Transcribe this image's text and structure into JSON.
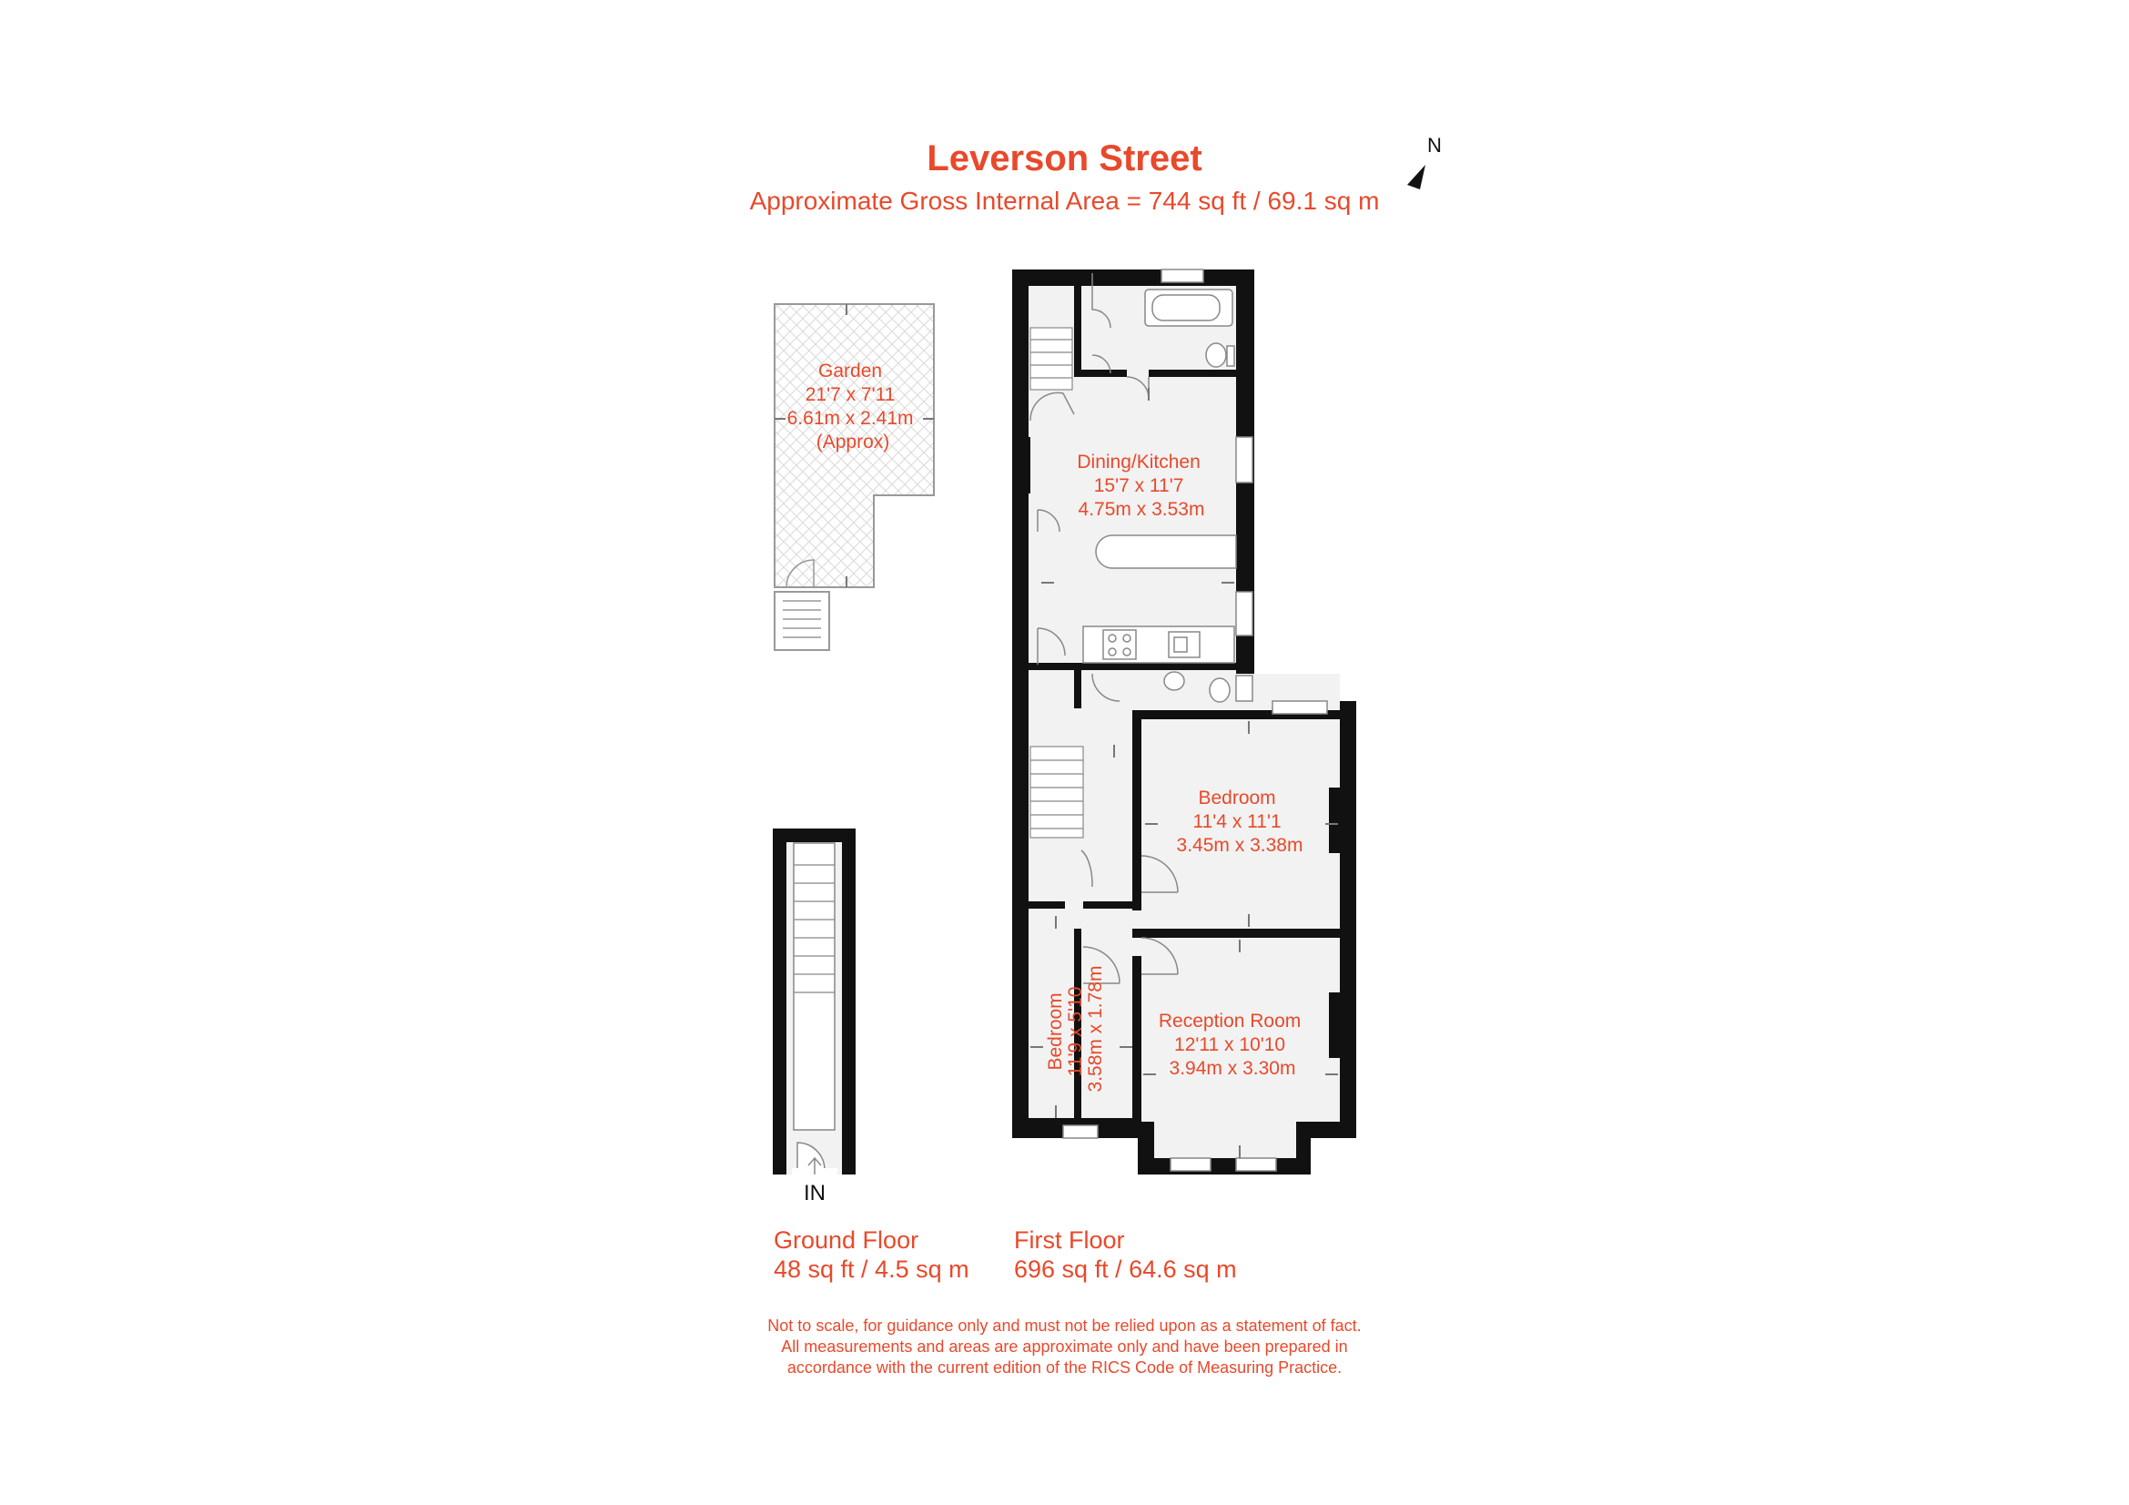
{
  "title": "Leverson Street",
  "subtitle": "Approximate Gross Internal Area = 744 sq ft / 69.1 sq m",
  "compass": {
    "label": "N"
  },
  "rooms": {
    "garden": [
      "Garden",
      "21'7 x 7'11",
      "6.61m x 2.41m",
      "(Approx)"
    ],
    "dining_kitchen": [
      "Dining/Kitchen",
      "15'7 x 11'7",
      "4.75m x 3.53m"
    ],
    "bedroom_1": [
      "Bedroom",
      "11'4 x 11'1",
      "3.45m x 3.38m"
    ],
    "reception": [
      "Reception Room",
      "12'11 x 10'10",
      "3.94m x 3.30m"
    ],
    "bedroom_2": [
      "Bedroom",
      "11'9 x 5'10",
      "3.58m x 1.78m"
    ]
  },
  "entrance_label": "IN",
  "ground_floor": {
    "name": "Ground Floor",
    "area": "48 sq ft / 4.5 sq m"
  },
  "first_floor": {
    "name": "First Floor",
    "area": "696 sq ft / 64.6 sq m"
  },
  "disclaimer": [
    "Not to scale, for guidance only and must not be relied upon as a statement of fact.",
    "All measurements and areas are approximate only and have been prepared in",
    "accordance with the current edition of the RICS Code of Measuring Practice."
  ],
  "colors": {
    "accent": "#E8492B",
    "wall": "#111111",
    "floor": "#F2F2F2",
    "garden_hatch": "#D9D9D9"
  }
}
